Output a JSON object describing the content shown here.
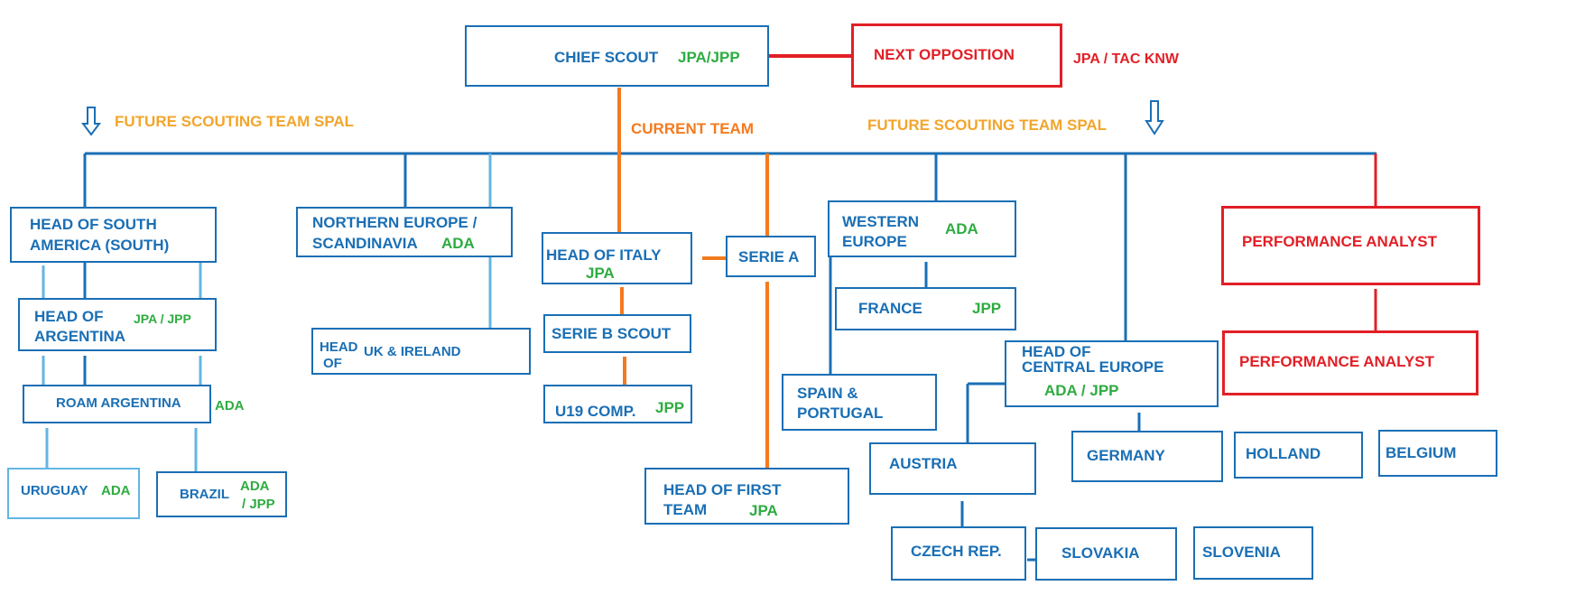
{
  "colors": {
    "blue": "#1a6fb5",
    "light_blue": "#63b6e4",
    "orange": "#f47a1f",
    "yellow": "#f2a52b",
    "red": "#e21f26",
    "green": "#2eac40"
  },
  "chief_scout": {
    "label": "CHIEF SCOUT",
    "tag": "JPA/JPP"
  },
  "next_opposition": {
    "label": "NEXT OPPOSITION",
    "tag": "JPA / TAC KNW"
  },
  "future_left": {
    "label": "FUTURE SCOUTING TEAM SPAL",
    "icon": "down-arrow-icon"
  },
  "future_right": {
    "label": "FUTURE SCOUTING TEAM SPAL",
    "icon": "down-arrow-icon"
  },
  "current_team": {
    "label": "CURRENT TEAM"
  },
  "south_america": {
    "line1": "HEAD OF SOUTH",
    "line2": "AMERICA (SOUTH)"
  },
  "argentina": {
    "line1": "HEAD OF",
    "line2": "ARGENTINA",
    "tag": "JPA / JPP"
  },
  "roam_argentina": {
    "label": "ROAM ARGENTINA",
    "tag": "ADA"
  },
  "uruguay": {
    "label": "URUGUAY",
    "tag": "ADA"
  },
  "brazil": {
    "label": "BRAZIL",
    "tag1": "ADA",
    "tag2": "/ JPP"
  },
  "northern_europe": {
    "line1": "NORTHERN EUROPE /",
    "line2": "SCANDINAVIA",
    "tag": "ADA"
  },
  "uk_ireland": {
    "head1": "HEAD",
    "head2": "OF",
    "label": "UK & IRELAND"
  },
  "head_italy": {
    "label": "HEAD OF ITALY",
    "tag": "JPA"
  },
  "serie_a": {
    "label": "SERIE A"
  },
  "serie_b": {
    "label": "SERIE B SCOUT"
  },
  "u19": {
    "label": "U19 COMP.",
    "tag": "JPP"
  },
  "first_team": {
    "line1": "HEAD OF FIRST",
    "line2": "TEAM",
    "tag": "JPA"
  },
  "western_europe": {
    "line1": "WESTERN",
    "line2": "EUROPE",
    "tag": "ADA"
  },
  "france": {
    "label": "FRANCE",
    "tag": "JPP"
  },
  "spain_portugal": {
    "line1": "SPAIN &",
    "line2": "PORTUGAL"
  },
  "central_europe": {
    "line1": "HEAD OF",
    "line2": "CENTRAL EUROPE",
    "tag": "ADA / JPP"
  },
  "austria": {
    "label": "AUSTRIA"
  },
  "germany": {
    "label": "GERMANY"
  },
  "holland": {
    "label": "HOLLAND"
  },
  "belgium": {
    "label": "BELGIUM"
  },
  "czech": {
    "label": "CZECH REP."
  },
  "slovakia": {
    "label": "SLOVAKIA"
  },
  "slovenia": {
    "label": "SLOVENIA"
  },
  "performance_1": {
    "label": "PERFORMANCE ANALYST"
  },
  "performance_2": {
    "label": "PERFORMANCE ANALYST"
  }
}
